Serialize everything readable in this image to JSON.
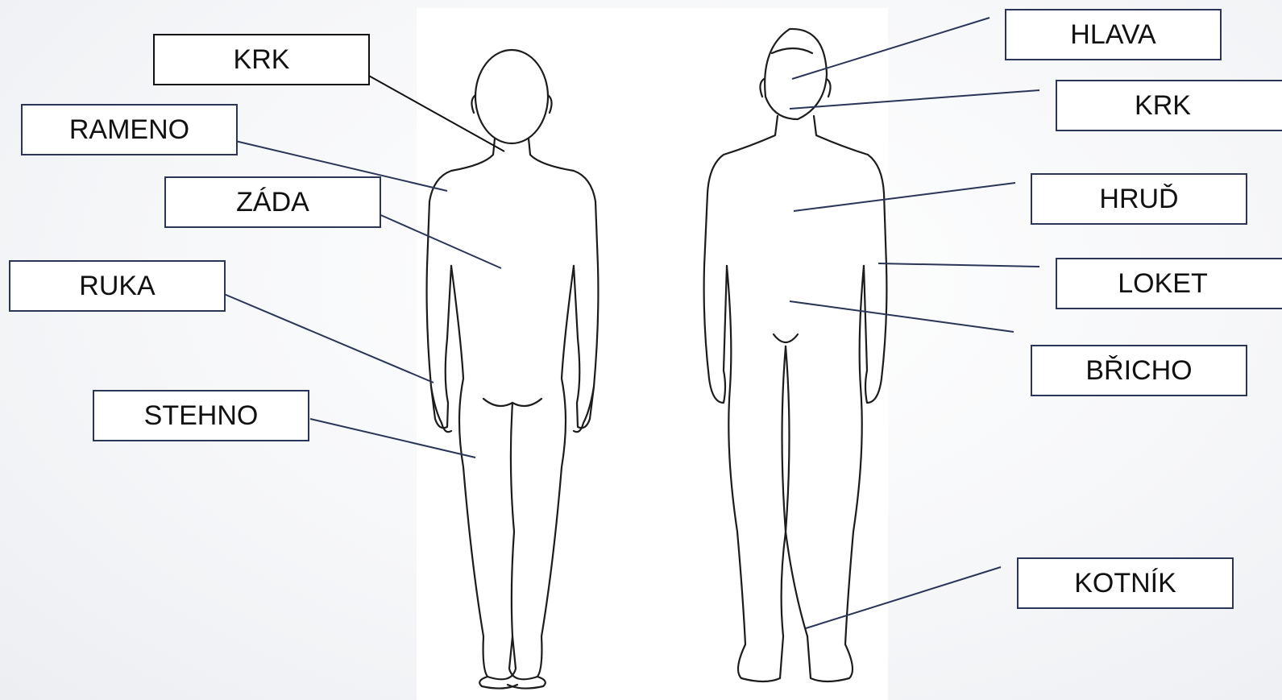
{
  "labels": {
    "back": {
      "krk": "KRK",
      "rameno": "RAMENO",
      "zada": "ZÁDA",
      "ruka": "RUKA",
      "stehno": "STEHNO"
    },
    "front": {
      "hlava": "HLAVA",
      "krk": "KRK",
      "hrud": "HRUĎ",
      "loket": "LOKET",
      "bricho": "BŘICHO",
      "kotnik": "KOTNÍK"
    }
  },
  "colors": {
    "label_border": "#2a3558",
    "leader_line": "#2a3558",
    "figure_outline": "#1c1c1c"
  }
}
